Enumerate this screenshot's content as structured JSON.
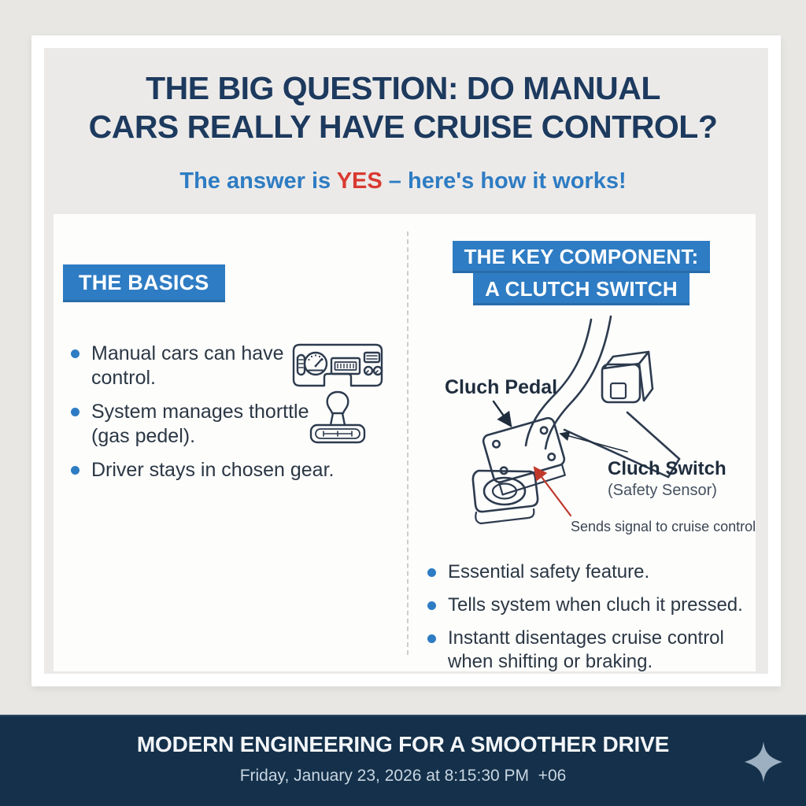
{
  "colors": {
    "page_background": "#e8e7e4",
    "card_background": "#eceae8",
    "panel_background": "#fdfdfc",
    "accent_blue": "#2e7cc3",
    "accent_red": "#d93a31",
    "title_navy": "#1d3a5e",
    "footer_navy": "#14304a",
    "diagram_stroke": "#2d3b4e"
  },
  "header": {
    "title_line1": "THE BIG QUESTION: DO MANUAL",
    "title_line2": "CARS REALLY HAVE CRUISE CONTROL?",
    "subtitle_prefix": "The answer is ",
    "subtitle_yes": "YES",
    "subtitle_suffix": " – here's how it works!"
  },
  "basics": {
    "badge": "THE BASICS",
    "bullets": [
      "Manual cars can have control.",
      "System manages thorttle (gas pedel).",
      "Driver stays in chosen gear."
    ],
    "illustration": "dashboard-and-gear-shifter"
  },
  "key_component": {
    "badge_line1": "THE KEY COMPONENT:",
    "badge_line2": "A CLUTCH SWITCH",
    "diagram": {
      "pedal_label": "Cluch Pedal",
      "switch_label": "Cluch Switch",
      "switch_sublabel": "(Safety Sensor)",
      "signal_label": "Sends signal to cruise control"
    },
    "bullets": [
      "Essential safety feature.",
      "Tells system when cluch it pressed.",
      "Instantt disentages cruise control when shifting or braking."
    ]
  },
  "footer": {
    "title": "MODERN ENGINEERING FOR A SMOOTHER DRIVE",
    "timestamp": "Friday, January 23, 2026 at 8:15:30 PM  +06",
    "icon": "sparkle"
  }
}
